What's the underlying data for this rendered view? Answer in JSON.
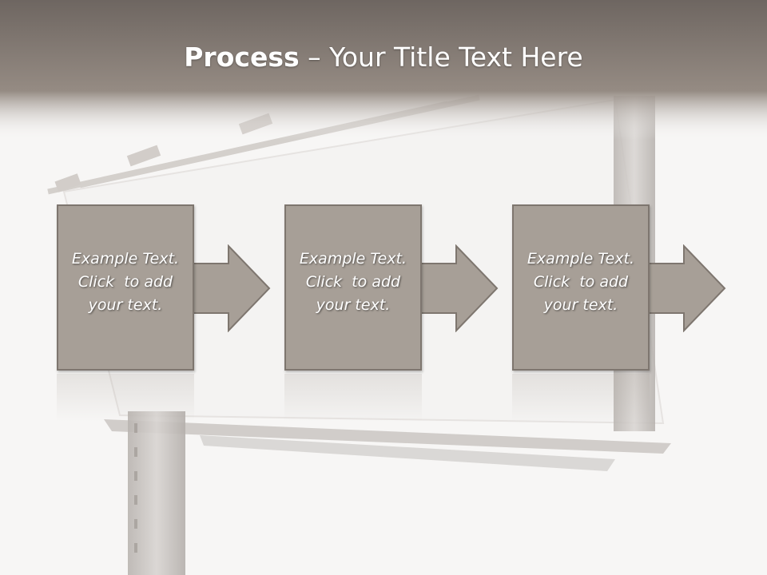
{
  "title": {
    "bold": "Process",
    "rest": " – Your Title Text Here"
  },
  "steps": [
    {
      "line1": "Example Text.",
      "line2": "Click  to add",
      "line3": "your text."
    },
    {
      "line1": "Example Text.",
      "line2": "Click  to add",
      "line3": "your text."
    },
    {
      "line1": "Example Text.",
      "line2": "Click  to add",
      "line3": "your text."
    }
  ],
  "colors": {
    "header_band": "#8c827a",
    "box_fill": "#a79f97",
    "box_border": "#7e766f",
    "text": "#ffffff"
  }
}
